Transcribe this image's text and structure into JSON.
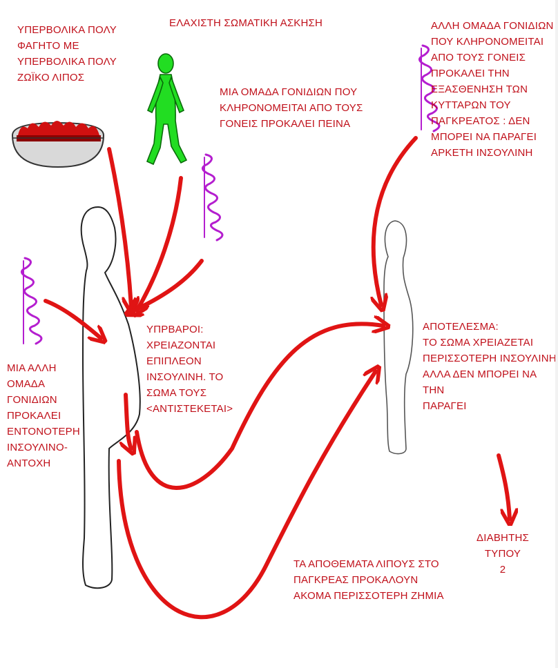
{
  "labels": {
    "fatty_food": "ΥΠΕΡΒΟΛΙΚΑ ΠΟΛΥ\nΦΑΓΗΤΟ ΜΕ\nΥΠΕΡΒΟΛΙΚΑ ΠΟΛΥ\nΖΩΪΚΟ ΛΙΠΟΣ",
    "exercise": "ΕΛΑΧΙΣΤΗ ΣΩΜΑΤΙΚΗ ΑΣΚΗΣΗ",
    "hunger_genes": "ΜΙΑ ΟΜΑΔΑ ΓΟΝΙΔΙΩΝ ΠΟΥ\nΚΛΗΡΟΝΟΜΕΙΤΑΙ ΑΠΟ ΤΟΥΣ\nΓΟΝΕΙΣ ΠΡΟΚΑΛΕΙ ΠΕΙΝΑ",
    "pancreas_genes": "ΑΛΛΗ ΟΜΑΔΑ ΓΟΝΙΔΙΩΝ\nΠΟΥ ΚΛΗΡΟΝΟΜΕΙΤΑΙ\nΑΠΟ ΤΟΥΣ ΓΟΝΕΙΣ\nΠΡΟΚΑΛΕΙ ΤΗΝ\nΕΞΑΣΘΕΝΗΣΗ ΤΩΝ\nΚΥΤΤΑΡΩΝ  ΤΟΥ\nΠΑΓΚΡΕΑΤΟΣ : ΔΕΝ\nΜΠΟΡΕΙ ΝΑ ΠΑΡΑΓΕΙ\nΑΡΚΕΤΗ ΙΝΣΟΥΛΙΝΗ",
    "resistance_genes": "ΜΙΑ ΑΛΛΗ\nΟΜΑΔΑ\nΓΟΝΙΔΙΩΝ\nΠΡΟΚΑΛΕΙ\nΕΝΤΟΝΟΤΕΡΗ\nΙΝΣΟΥΛΙΝΟ-\nΑΝΤΟΧΗ",
    "overweight": "ΥΠΡΒΑΡΟΙ:\nΧΡΕΙΑΖΟΝΤΑΙ\nΕΠΙΠΛΕΟΝ\nΙΝΣΟΥΛΙΝΗ. ΤΟ\nΣΩΜΑ ΤΟΥΣ\n<ΑΝΤΙΣΤΕΚΕΤΑΙ>",
    "result": "ΑΠΟΤΕΛΕΣΜΑ:\nΤΟ ΣΩΜΑ ΧΡΕΙΑΖΕΤΑΙ\nΠΕΡΙΣΣΟΤΕΡΗ ΙΝΣΟΥΛΙΝΗ\nΑΛΛΑ ΔΕΝ ΜΠΟΡΕΙ ΝΑ ΤΗΝ\nΠΑΡΑΓΕΙ",
    "fat_deposits": "ΤΑ ΑΠΟΘΕΜΑΤΑ ΛΙΠΟΥΣ ΣΤΟ\nΠΑΓΚΡΕΑΣ  ΠΡΟΚΑΛΟΥΝ\nΑΚΟΜΑ ΠΕΡΙΣΣΟΤΕΡΗ ΖΗΜΙΑ",
    "diabetes": "ΔΙΑΒΗΤΗΣ\nΤΥΠΟΥ\n2"
  },
  "colors": {
    "arrow_red": "#e01414",
    "text_red": "#c0101a",
    "dna_purple": "#b41ecf",
    "walker_green": "#22dd22",
    "food_red": "#d01010",
    "plate_gray": "#d9d9d9"
  },
  "icons": {
    "dna": "dna-spiral-icon",
    "walker": "walking-person-icon",
    "food": "fatty-food-plate-icon"
  }
}
